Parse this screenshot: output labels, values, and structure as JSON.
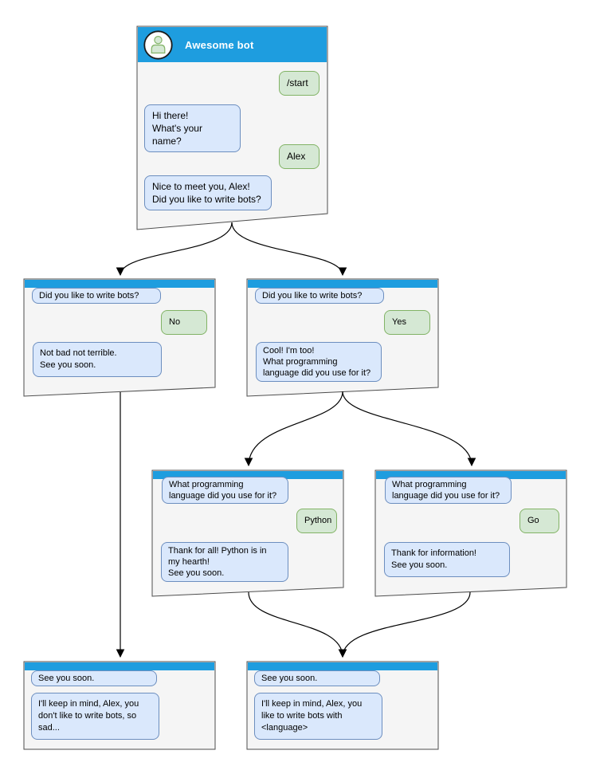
{
  "colors": {
    "header_blue": "#1E9DDF",
    "window_fill": "#F5F5F5",
    "window_border": "#4D4D4D",
    "bot_bubble_fill": "#DAE8FC",
    "bot_bubble_border": "#6C8EBF",
    "user_bubble_fill": "#D5E8D4",
    "user_bubble_border": "#82B366",
    "arrow_color": "#000000",
    "title_color": "#FFFFFF"
  },
  "windows": {
    "root": {
      "title": "Awesome bot",
      "avatar_icon": "user-avatar-icon",
      "messages": {
        "start_command": "/start",
        "greeting": "Hi there!\nWhat's your name?",
        "user_name": "Alex",
        "ask_bots": "Nice to meet you, Alex!\nDid you like to write bots?"
      }
    },
    "branch_no": {
      "question": "Did you like to write bots?",
      "answer": "No",
      "reply": "Not bad not terrible.\nSee you soon."
    },
    "branch_yes": {
      "question": "Did you like to write bots?",
      "answer": "Yes",
      "reply": "Cool! I'm too!\nWhat programming\nlanguage did you use for it?"
    },
    "branch_python": {
      "question": "What programming\nlanguage did you use for it?",
      "answer": "Python",
      "reply": "Thank for all! Python is in\nmy hearth!\nSee you soon."
    },
    "branch_go": {
      "question": "What programming\nlanguage did you use for it?",
      "answer": "Go",
      "reply": "Thank for information!\nSee you soon."
    },
    "end_no": {
      "recap": "See you soon.",
      "farewell": "I'll keep in mind, Alex, you\ndon't like to write bots, so\nsad..."
    },
    "end_yes": {
      "recap": "See you soon.",
      "farewell": "I'll keep in mind, Alex, you\nlike to write bots with\n<language>"
    }
  }
}
